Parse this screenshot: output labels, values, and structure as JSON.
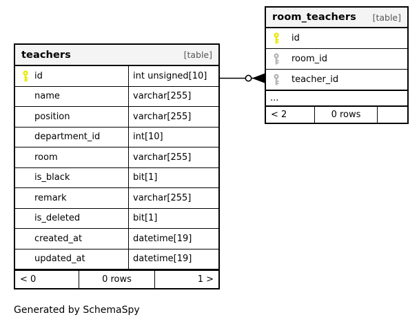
{
  "diagram": {
    "caption": "Generated by SchemaSpy",
    "table_tag": "[table]",
    "key_icon_primary": "primary-key-icon",
    "key_icon_foreign": "foreign-key-icon",
    "colors": {
      "primary_key": "#e8e800",
      "foreign_key": "#b4b4b4",
      "border": "#000000",
      "header_background": "#f4f4f4",
      "tag_text": "#555555",
      "page_background": "#ffffff"
    },
    "relationship": {
      "from": "teachers.id",
      "to": "room_teachers.teacher_id",
      "source_marker": "zero-or-one-circle",
      "target_marker": "crow-foot-many"
    }
  },
  "tables": [
    {
      "name": "teachers",
      "tag": "[table]",
      "columns": [
        {
          "key": "primary",
          "name": "id",
          "type": "int unsigned[10]"
        },
        {
          "key": "none",
          "name": "name",
          "type": "varchar[255]"
        },
        {
          "key": "none",
          "name": "position",
          "type": "varchar[255]"
        },
        {
          "key": "none",
          "name": "department_id",
          "type": "int[10]"
        },
        {
          "key": "none",
          "name": "room",
          "type": "varchar[255]"
        },
        {
          "key": "none",
          "name": "is_black",
          "type": "bit[1]"
        },
        {
          "key": "none",
          "name": "remark",
          "type": "varchar[255]"
        },
        {
          "key": "none",
          "name": "is_deleted",
          "type": "bit[1]"
        },
        {
          "key": "none",
          "name": "created_at",
          "type": "datetime[19]"
        },
        {
          "key": "none",
          "name": "updated_at",
          "type": "datetime[19]"
        }
      ],
      "footer": {
        "left": "< 0",
        "center": "0 rows",
        "right": "1 >"
      }
    },
    {
      "name": "room_teachers",
      "tag": "[table]",
      "columns": [
        {
          "key": "primary",
          "name": "id",
          "type": ""
        },
        {
          "key": "foreign",
          "name": "room_id",
          "type": ""
        },
        {
          "key": "foreign",
          "name": "teacher_id",
          "type": ""
        }
      ],
      "more_indicator": "...",
      "footer": {
        "left": "< 2",
        "center": "0 rows",
        "right": ""
      }
    }
  ]
}
